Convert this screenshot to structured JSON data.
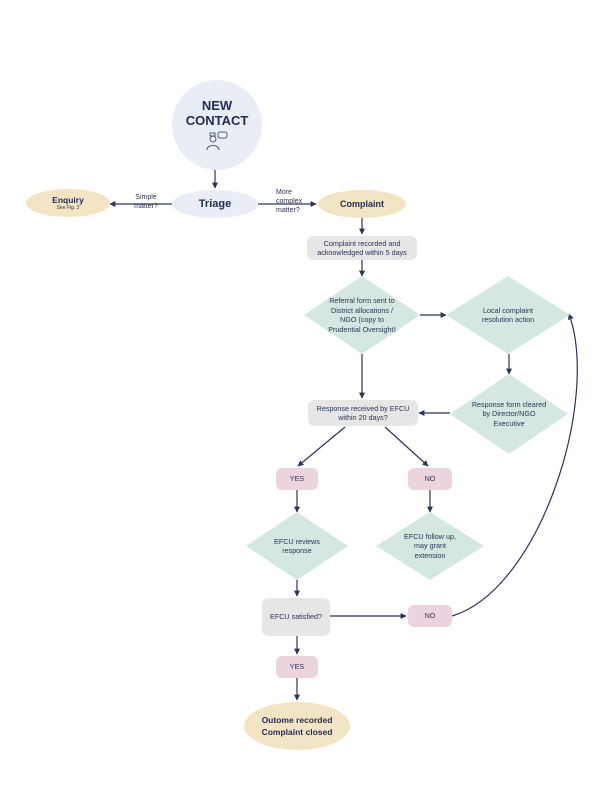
{
  "colors": {
    "navy": "#2a3558",
    "sand": "#f3e5c4",
    "grey": "#e6e6e6",
    "mint": "#d3e8e0",
    "pink": "#ecd4df",
    "pale": "#e9edf5"
  },
  "nodes": {
    "new_contact": {
      "line1": "NEW",
      "line2": "CONTACT",
      "icon": "people-chat-icon"
    },
    "triage": "Triage",
    "enquiry": {
      "title": "Enquiry",
      "sub": "See Fig. 3"
    },
    "complaint": "Complaint",
    "recorded": "Complaint recorded and acknowledged within 5 days",
    "referral": "Referral form sent to District allocations / NGO (copy to Prudential Oversight)",
    "local_action": "Local complaint resolution action",
    "response_cleared": "Response form cleared by Director/NGO Executive",
    "response_received": "Response received by EFCU within 20 days?",
    "yes1": "YES",
    "no1": "NO",
    "efcu_reviews": "EFCU reviews response",
    "efcu_follow": "EFCU follow up, may grant extension",
    "efcu_satisfied": "EFCU satisfied?",
    "no2": "NO",
    "yes2": "YES",
    "outcome": {
      "line1": "Outome recorded",
      "line2": "Complaint closed"
    }
  },
  "edge_labels": {
    "simple": "Simple matter?",
    "complex": "More complex matter?"
  }
}
